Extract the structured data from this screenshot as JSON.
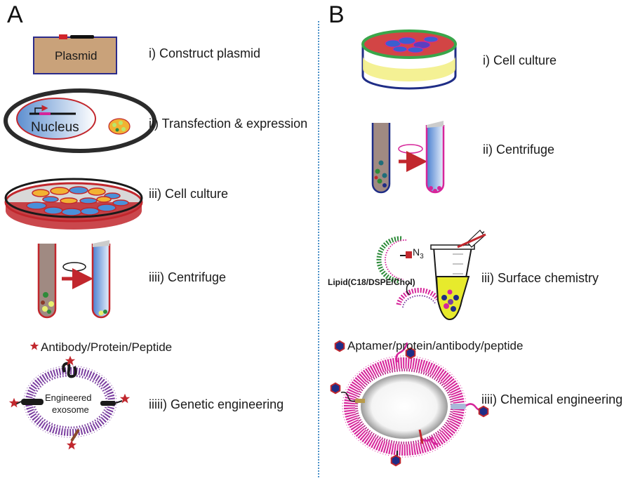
{
  "panels": {
    "A": {
      "letter": "A",
      "steps": [
        {
          "label": "i) Construct plasmid"
        },
        {
          "label": "ii) Transfection & expression"
        },
        {
          "label": "iii) Cell culture"
        },
        {
          "label": "iiii) Centrifuge"
        },
        {
          "label": "iiiii) Genetic engineering"
        }
      ],
      "plasmid_text": "Plasmid",
      "nucleus_text": "Nucleus",
      "legend_text": "Antibody/Protein/Peptide",
      "exosome_line1": "Engineered",
      "exosome_line2": "exosome"
    },
    "B": {
      "letter": "B",
      "steps": [
        {
          "label": "i) Cell culture"
        },
        {
          "label": "ii) Centrifuge"
        },
        {
          "label": "iii) Surface chemistry"
        },
        {
          "label": "iiii) Chemical engineering"
        }
      ],
      "lipid_text": "Lipid(C18/DSPE/Chol)",
      "azide_n": "N",
      "azide_sub": "3",
      "legend_text": "Aptamer/protein/antibody/peptide"
    }
  },
  "colors": {
    "red": "#c1272d",
    "magenta": "#d6259a",
    "navy": "#1f2d86",
    "purple": "#7b3fa0",
    "tan": "#c9a27a",
    "divider": "#4a90c8"
  }
}
